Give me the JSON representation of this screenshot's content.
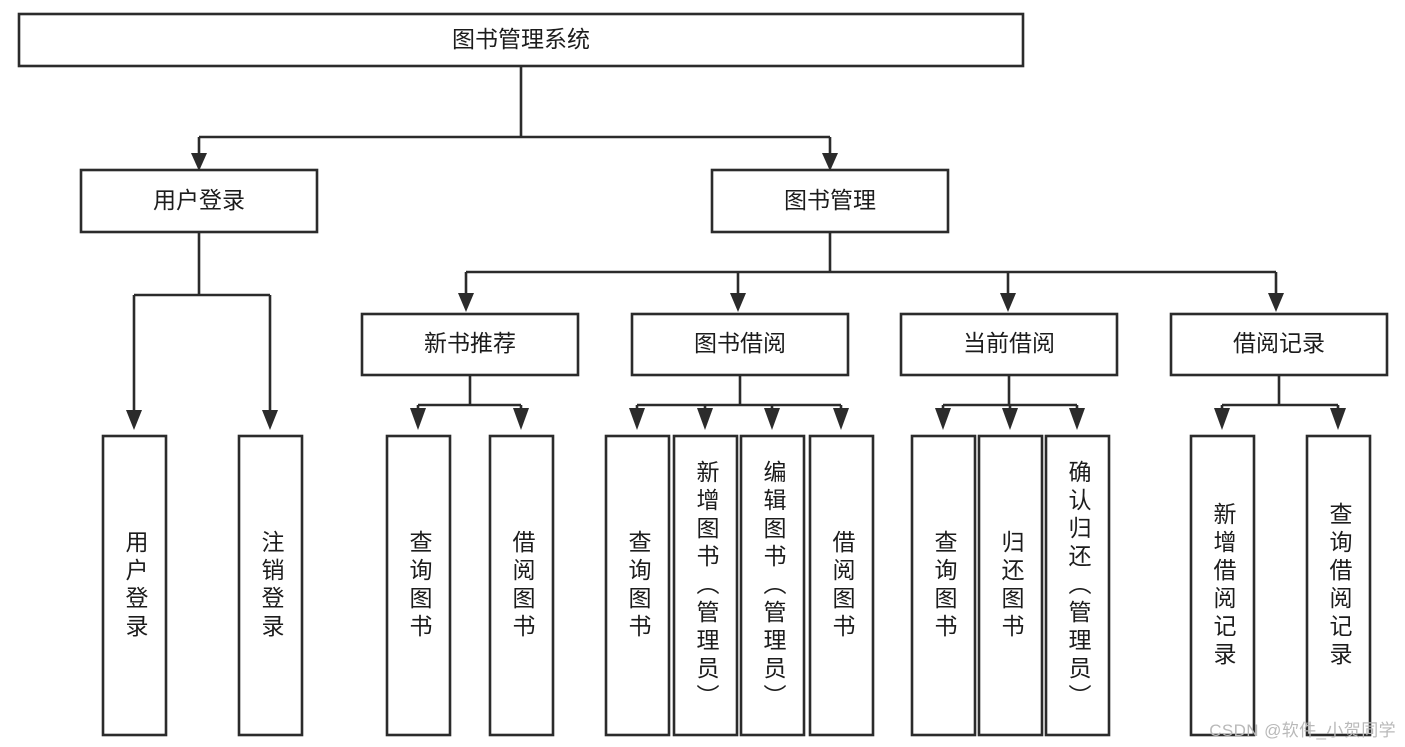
{
  "diagram": {
    "type": "tree",
    "title": "图书管理系统",
    "watermark": "CSDN @软件_小贺同学",
    "root": {
      "id": "root",
      "label": "图书管理系统",
      "orientation": "horizontal"
    },
    "level2": [
      {
        "id": "user-login",
        "label": "用户登录",
        "orientation": "horizontal"
      },
      {
        "id": "book-manage",
        "label": "图书管理",
        "orientation": "horizontal"
      }
    ],
    "level3": [
      {
        "id": "new-book-recommend",
        "label": "新书推荐",
        "orientation": "horizontal",
        "parent": "book-manage"
      },
      {
        "id": "book-borrow",
        "label": "图书借阅",
        "orientation": "horizontal",
        "parent": "book-manage"
      },
      {
        "id": "current-borrow",
        "label": "当前借阅",
        "orientation": "horizontal",
        "parent": "book-manage"
      },
      {
        "id": "borrow-record",
        "label": "借阅记录",
        "orientation": "horizontal",
        "parent": "book-manage"
      }
    ],
    "leaves": [
      {
        "id": "leaf-user-login",
        "label": "用户登录",
        "orientation": "vertical",
        "parent": "user-login"
      },
      {
        "id": "leaf-user-logout",
        "label": "注销登录",
        "orientation": "vertical",
        "parent": "user-login"
      },
      {
        "id": "leaf-query-book-1",
        "label": "查询图书",
        "orientation": "vertical",
        "parent": "new-book-recommend"
      },
      {
        "id": "leaf-borrow-book-1",
        "label": "借阅图书",
        "orientation": "vertical",
        "parent": "new-book-recommend"
      },
      {
        "id": "leaf-query-book-2",
        "label": "查询图书",
        "orientation": "vertical",
        "parent": "book-borrow"
      },
      {
        "id": "leaf-add-book",
        "label": "新增图书（管理员）",
        "orientation": "vertical",
        "parent": "book-borrow"
      },
      {
        "id": "leaf-edit-book",
        "label": "编辑图书（管理员）",
        "orientation": "vertical",
        "parent": "book-borrow"
      },
      {
        "id": "leaf-borrow-book-2",
        "label": "借阅图书",
        "orientation": "vertical",
        "parent": "book-borrow"
      },
      {
        "id": "leaf-query-book-3",
        "label": "查询图书",
        "orientation": "vertical",
        "parent": "current-borrow"
      },
      {
        "id": "leaf-return-book",
        "label": "归还图书",
        "orientation": "vertical",
        "parent": "current-borrow"
      },
      {
        "id": "leaf-confirm-return",
        "label": "确认归还（管理员）",
        "orientation": "vertical",
        "parent": "current-borrow"
      },
      {
        "id": "leaf-add-record",
        "label": "新增借阅记录",
        "orientation": "vertical",
        "parent": "borrow-record"
      },
      {
        "id": "leaf-query-record",
        "label": "查询借阅记录",
        "orientation": "vertical",
        "parent": "borrow-record"
      }
    ],
    "colors": {
      "stroke": "#2b2b2b",
      "fill": "#ffffff",
      "text": "#1c1c1c",
      "watermark": "#b9b9b9"
    }
  }
}
